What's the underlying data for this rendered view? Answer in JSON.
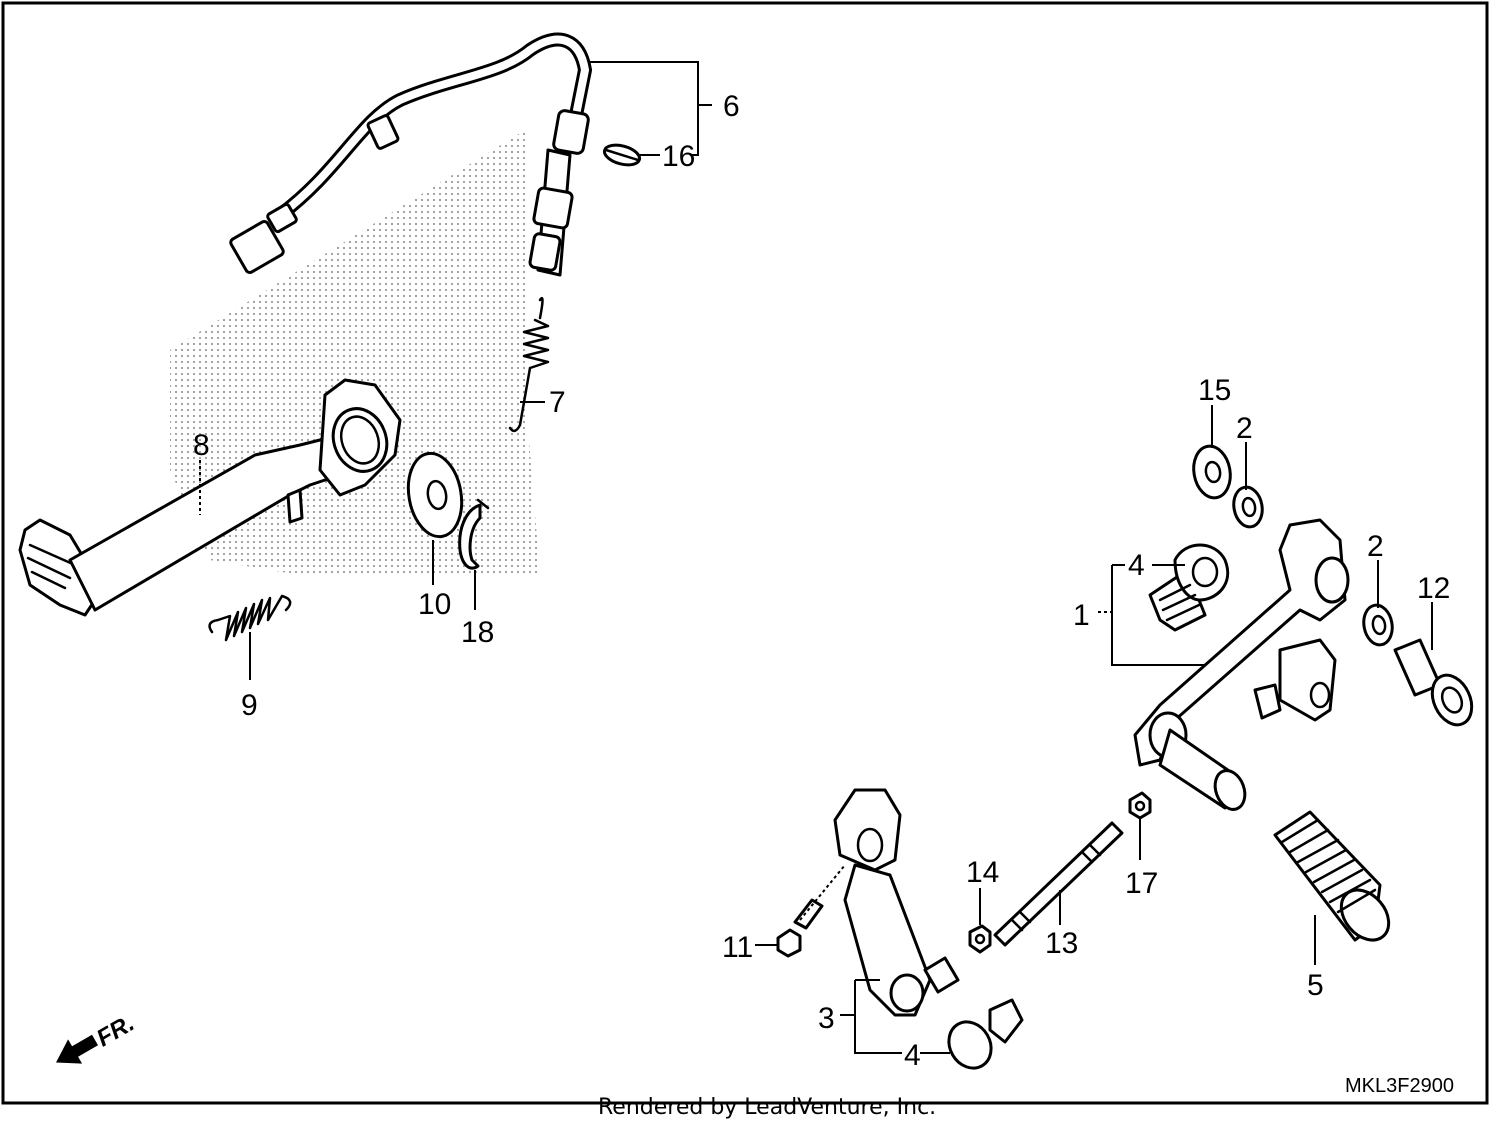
{
  "diagram": {
    "callouts": [
      {
        "id": "c1",
        "label": "1"
      },
      {
        "id": "c2a",
        "label": "2"
      },
      {
        "id": "c2b",
        "label": "2"
      },
      {
        "id": "c3",
        "label": "3"
      },
      {
        "id": "c4a",
        "label": "4"
      },
      {
        "id": "c4b",
        "label": "4"
      },
      {
        "id": "c5",
        "label": "5"
      },
      {
        "id": "c6",
        "label": "6"
      },
      {
        "id": "c7",
        "label": "7"
      },
      {
        "id": "c8",
        "label": "8"
      },
      {
        "id": "c9",
        "label": "9"
      },
      {
        "id": "c10",
        "label": "10"
      },
      {
        "id": "c11",
        "label": "11"
      },
      {
        "id": "c12",
        "label": "12"
      },
      {
        "id": "c13",
        "label": "13"
      },
      {
        "id": "c14",
        "label": "14"
      },
      {
        "id": "c15",
        "label": "15"
      },
      {
        "id": "c16",
        "label": "16"
      },
      {
        "id": "c17",
        "label": "17"
      },
      {
        "id": "c18",
        "label": "18"
      }
    ],
    "front_indicator": "FR.",
    "diagram_code": "MKL3F2900",
    "credit": "Rendered by LeadVenture, Inc."
  }
}
